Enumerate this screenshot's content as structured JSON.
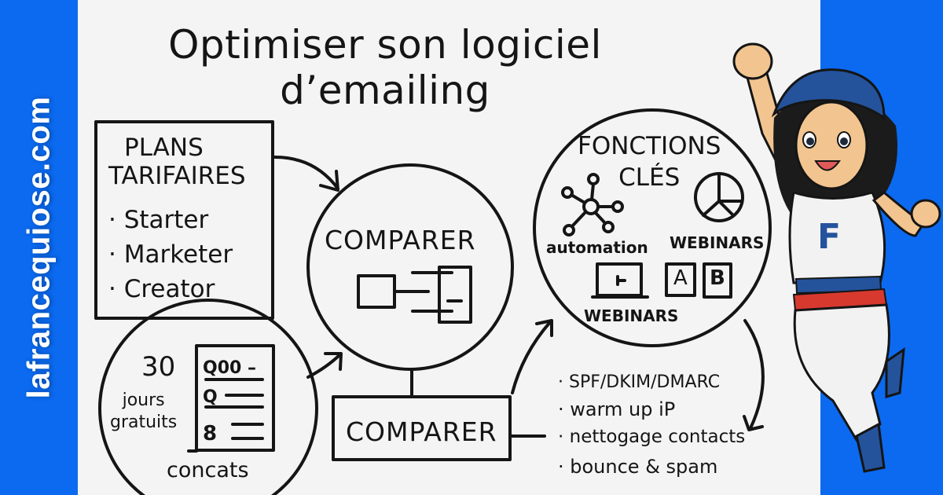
{
  "brand": {
    "site": "lafrancequiose.com",
    "band_color": "#0b6af0"
  },
  "title": {
    "line1": "Optimiser son logiciel",
    "line2": "d’emailing"
  },
  "plans": {
    "heading_line1": "PLANS",
    "heading_line2": "TARIFAIRES",
    "items": [
      "· Starter",
      "· Marketer",
      "· Creator"
    ]
  },
  "trial": {
    "number": "30",
    "line1": "jours",
    "line2": "gratuits",
    "doc_rows": [
      "Q00 –",
      "Q —",
      "8 —"
    ],
    "caption": "concats"
  },
  "compare": {
    "circle_label": "COMPARER",
    "box_label": "COMPARER"
  },
  "functions": {
    "heading_line1": "FONCTIONS",
    "heading_line2": "CLÉS",
    "automation_label": "automation",
    "webinars_label_1": "WEBINARS",
    "webinars_label_2": "WEBINARS",
    "ab_a": "A",
    "ab_b": "B"
  },
  "deliverability": {
    "items": [
      "· SPF/DKIM/DMARC",
      "· warm up iP",
      "· nettogage contacts",
      "· bounce & spam"
    ]
  },
  "mascot": {
    "shirt_letter": "F"
  },
  "colors": {
    "ink": "#151515",
    "paper": "#f4f4f4",
    "blue": "#0b6af0",
    "navy": "#24539c",
    "red": "#d8392f",
    "skin": "#f2c48f"
  }
}
